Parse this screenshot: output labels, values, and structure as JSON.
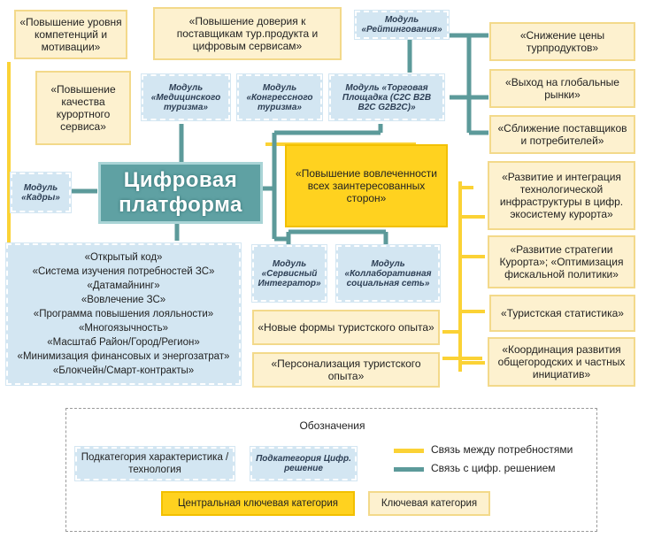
{
  "colors": {
    "need_link": "#fbd235",
    "digital_link": "#5c9a9a",
    "key_fill": "#fdf1cf",
    "central_fill": "#ffd21f",
    "tech_fill": "#d3e6f2",
    "platform_fill": "#5fa1a3"
  },
  "platform": "Цифровая платформа",
  "central": "«Повышение вовлеченности всех заинтересованных сторон»",
  "key_left": {
    "competence": "«Повышение уровня компетенций и мотивации»",
    "trust": "«Повышение доверия к поставщикам тур.продукта и цифровым сервисам»",
    "quality": "«Повышение качества курортного сервиса»",
    "new_forms": "«Новые формы туристского опыта»",
    "personalization": "«Персонализация туристского опыта»"
  },
  "key_right": [
    "«Снижение цены турпродуктов»",
    "«Выход на глобальные рынки»",
    "«Сближение поставщиков и потребителей»",
    "«Развитие и интеграция технологической инфраструктуры в цифр. экосистему курорта»",
    "«Развитие стратегии Курорта»; «Оптимизация фискальной политики»",
    "«Туристская статистика»",
    "«Координация развития общегородских и частных инициатив»"
  ],
  "modules": {
    "rating": "Модуль «Рейтингования»",
    "medical": "Модуль «Медицинского туризма»",
    "congress": "Модуль «Конгрессного туризма»",
    "trade": "Модуль «Торговая Площадка (C2C B2B B2C G2B2C)»",
    "staff": "Модуль «Кадры»",
    "service": "Модуль «Сервисный Интегратор»",
    "social": "Модуль «Коллаборативная социальная сеть»"
  },
  "tech_list": [
    "«Открытый код»",
    "«Система изучения потребностей ЗС»",
    "«Датамайнинг»",
    "«Вовлечение ЗС»",
    "«Программа повышения лояльности»",
    "«Многоязычность»",
    "«Масштаб Район/Город/Регион»",
    "«Минимизация финансовых и энергозатрат»",
    "«Блокчейн/Смарт-контракты»"
  ],
  "legend": {
    "title": "Обозначения",
    "subcat_tech": "Подкатегория характеристика / технология",
    "subcat_digital": "Подкатегория Цифр. решение",
    "need_link": "Связь между потребностями",
    "digital_link": "Связь с цифр. решением",
    "central_key": "Центральная ключевая категория",
    "key": "Ключевая категория"
  }
}
